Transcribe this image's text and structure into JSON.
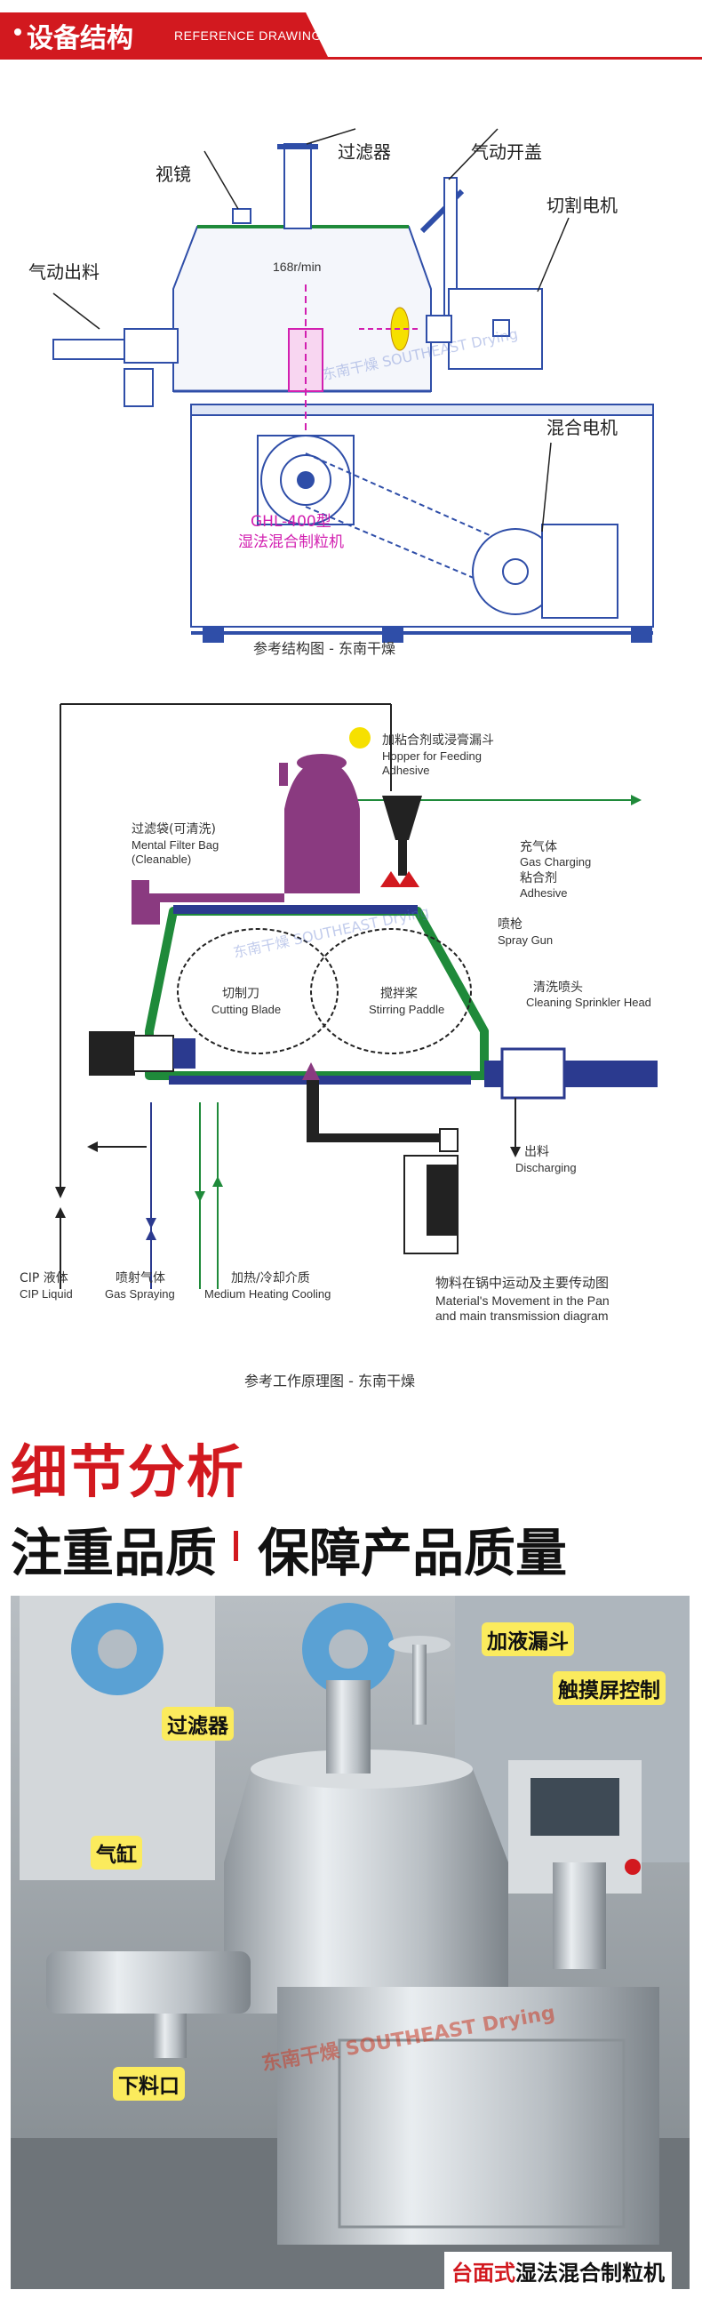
{
  "header": {
    "title": "设备结构",
    "subtitle": "REFERENCE DRAWINGS"
  },
  "diagram1": {
    "labels": {
      "sight_glass": "视镜",
      "filter": "过滤器",
      "pneumatic_lid": "气动开盖",
      "cutting_motor": "切割电机",
      "pneumatic_discharge": "气动出料",
      "mixing_motor": "混合电机",
      "speed": "168r/min",
      "model": "GHL-400型",
      "model_name": "湿法混合制粒机",
      "watermark": "东南干燥 SOUTHEAST Drying"
    },
    "caption": "参考结构图 - 东南干燥"
  },
  "diagram2": {
    "labels": {
      "hopper_cn": "加粘合剂或浸膏漏斗",
      "hopper_en1": "Hopper for Feeding",
      "hopper_en2": "Adhesive",
      "filter_bag_cn": "过滤袋(可清洗)",
      "filter_bag_en1": "Mental Filter Bag",
      "filter_bag_en2": "(Cleanable)",
      "gas_charging_cn": "充气体",
      "gas_charging_en": "Gas Charging",
      "adhesive_cn": "粘合剂",
      "adhesive_en": "Adhesive",
      "spray_gun_cn": "喷枪",
      "spray_gun_en": "Spray Gun",
      "cutting_blade_cn": "切制刀",
      "cutting_blade_en": "Cutting Blade",
      "stirring_paddle_cn": "搅拌桨",
      "stirring_paddle_en": "Stirring Paddle",
      "sprinkler_cn": "清洗喷头",
      "sprinkler_en": "Cleaning Sprinkler Head",
      "discharging_cn": "出料",
      "discharging_en": "Discharging",
      "cip_cn": "CIP  液体",
      "cip_en": "CIP Liquid",
      "gas_spraying_cn": "喷射气体",
      "gas_spraying_en": "Gas Spraying",
      "heating_cn": "加热/冷却介质",
      "heating_en": "Medium Heating Cooling",
      "movement_cn": "物料在锅中运动及主要传动图",
      "movement_en1": "Material's Movement in the Pan",
      "movement_en2": "and main transmission diagram",
      "watermark": "东南干燥 SOUTHEAST Drying"
    },
    "caption": "参考工作原理图 - 东南干燥"
  },
  "detail": {
    "heading": "细节分析",
    "slogan_left": "注重品质",
    "slogan_right": "保障产品质量"
  },
  "photo": {
    "tags": {
      "filter": "过滤器",
      "liquid_hopper": "加液漏斗",
      "touch_screen": "触摸屏控制",
      "cylinder": "气缸",
      "discharge_port": "下料口"
    },
    "watermark": "东南干燥 SOUTHEAST Drying",
    "caption_red": "台面式",
    "caption_black": "湿法混合制粒机"
  },
  "colors": {
    "brand_red": "#d2191f",
    "diagram_blue": "#2b3a8f",
    "diagram_green": "#1f8a3a",
    "diagram_purple": "#8a3a80",
    "line_blue": "#3b6fd8",
    "magenta": "#d21fb0"
  }
}
